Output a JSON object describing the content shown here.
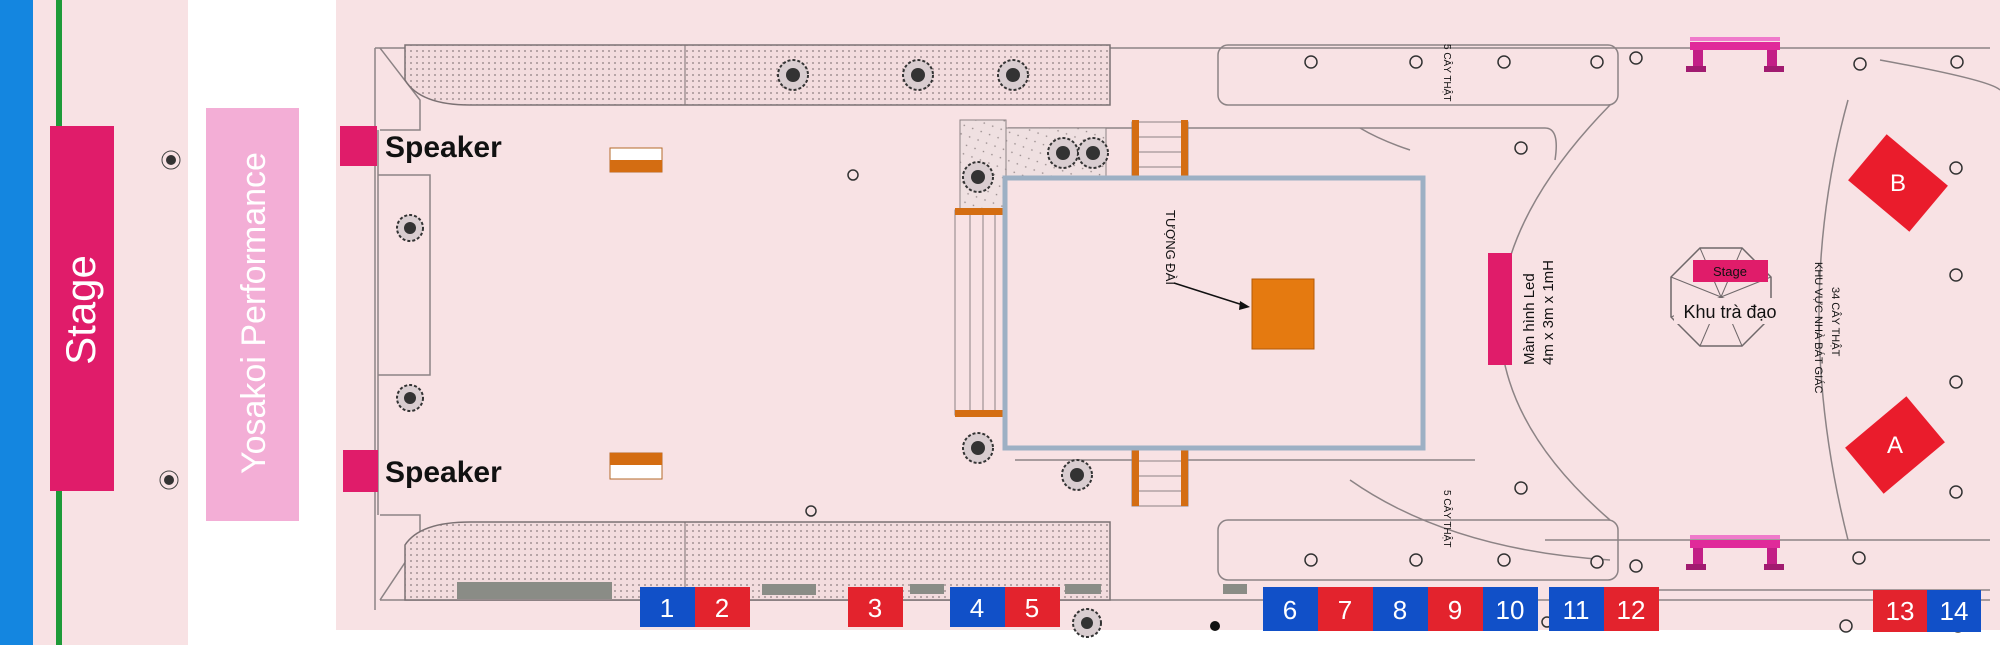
{
  "left_panel": {
    "stage_label": "Stage",
    "performance_label": "Yosakoi Performance"
  },
  "speakers": [
    "Speaker",
    "Speaker"
  ],
  "statue_label": "TƯỢNG ĐÀI",
  "led_screen": {
    "line1": "Màn hình Led",
    "line2": "4m x 3m x 1mH"
  },
  "trees_top_label": "5 CÂY THẬT",
  "trees_bottom_label": "5 CÂY THẬT",
  "tea_area": {
    "stage_label": "Stage",
    "name": "Khu trà đạo"
  },
  "octagon_area": {
    "line1": "34 CÂY THẬT",
    "line2": "KHU VỰC NHÀ BÁT GIÁC"
  },
  "tents": [
    "B",
    "A"
  ],
  "booths": [
    {
      "number": "1",
      "color": "#1150c8"
    },
    {
      "number": "2",
      "color": "#e3232d"
    },
    {
      "number": "3",
      "color": "#e3232d"
    },
    {
      "number": "4",
      "color": "#1150c8"
    },
    {
      "number": "5",
      "color": "#e3232d"
    },
    {
      "number": "6",
      "color": "#1150c8"
    },
    {
      "number": "7",
      "color": "#e3232d"
    },
    {
      "number": "8",
      "color": "#1150c8"
    },
    {
      "number": "9",
      "color": "#e3232d"
    },
    {
      "number": "10",
      "color": "#1150c8"
    },
    {
      "number": "11",
      "color": "#1150c8"
    },
    {
      "number": "12",
      "color": "#e3232d"
    },
    {
      "number": "13",
      "color": "#e3232d"
    },
    {
      "number": "14",
      "color": "#1150c8"
    }
  ],
  "colors": {
    "ground": "#f8e2e4",
    "stage": "#e01c6a",
    "performance": "#f3aed6",
    "blue_strip": "#1486e0",
    "green_line": "#1e9a38",
    "statue": "#e57a10",
    "tent": "#ea1c2c"
  }
}
